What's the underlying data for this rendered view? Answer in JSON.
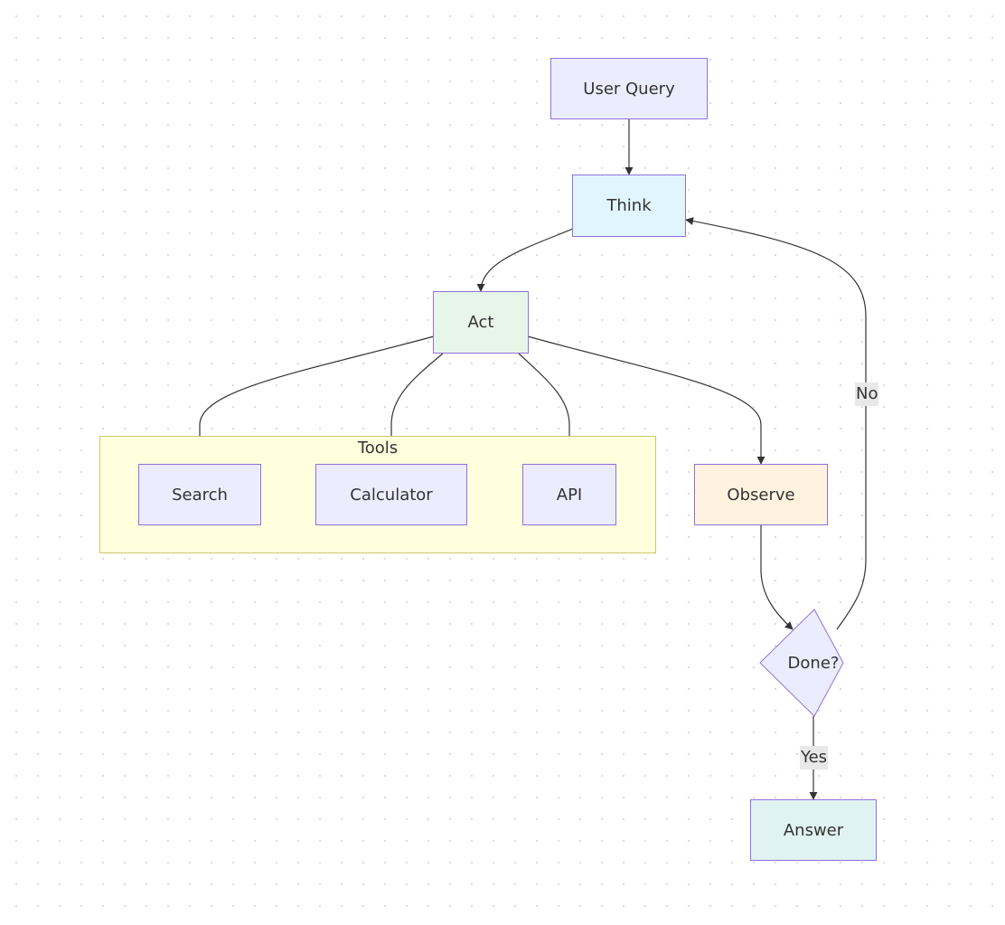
{
  "nodes": {
    "user_query": "User Query",
    "think": "Think",
    "act": "Act",
    "search": "Search",
    "calculator": "Calculator",
    "api": "API",
    "observe": "Observe",
    "done": "Done?",
    "answer": "Answer"
  },
  "cluster": {
    "tools": "Tools"
  },
  "edge_labels": {
    "no": "No",
    "yes": "Yes"
  },
  "colors": {
    "user_query": "#ececff",
    "think": "#e1f5fe",
    "act": "#e8f5e9",
    "tools_cluster": "#ffffde",
    "tool_nodes": "#ececff",
    "observe": "#fff3e0",
    "done": "#ececff",
    "answer": "#e0f2f1",
    "border": "#9370db"
  },
  "edges": [
    [
      "user_query",
      "think"
    ],
    [
      "think",
      "act"
    ],
    [
      "act",
      "search"
    ],
    [
      "act",
      "calculator"
    ],
    [
      "act",
      "api"
    ],
    [
      "act",
      "observe"
    ],
    [
      "observe",
      "done"
    ],
    [
      "done",
      "think",
      "No"
    ],
    [
      "done",
      "answer",
      "Yes"
    ]
  ]
}
